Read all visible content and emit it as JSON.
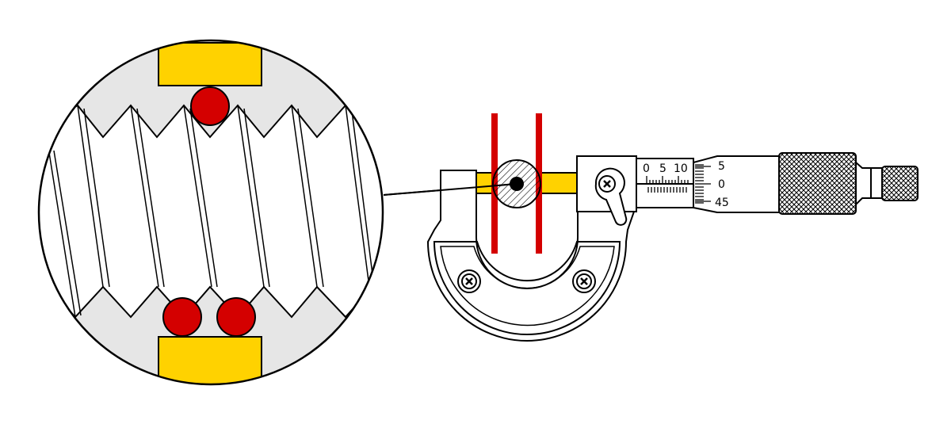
{
  "colors": {
    "anvil": "#ffd200",
    "wire": "#d40000",
    "background_zoom": "#e6e6e6",
    "outline": "#000000"
  },
  "sleeve_scale": {
    "labels": [
      "0",
      "5",
      "10"
    ]
  },
  "thimble_scale": {
    "labels": [
      "5",
      "0",
      "45"
    ]
  }
}
